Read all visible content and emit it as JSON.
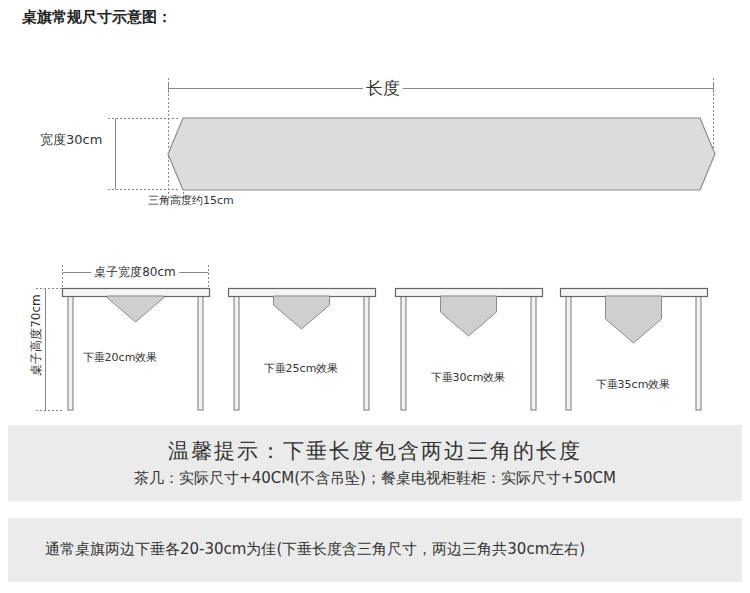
{
  "diagram": {
    "title": "桌旗常规尺寸示意图：",
    "nodes": [
      {
        "text": [
          "温馨提示：下垂长度包含两边三角的长度",
          "茶几：实际尺寸+40CM(不含吊坠)；餐桌电视柜鞋柜：实际尺寸+50CM"
        ]
      },
      {
        "text": [
          "通常桌旗两边下垂各20-30cm为佳(下垂长度含三角尺寸，两边三角共30cm左右)"
        ]
      }
    ],
    "labels": [
      "长度",
      "宽度30cm",
      "三角高度约15cm",
      "桌子宽度80cm",
      "桌子高度70cm",
      "下垂20cm效果",
      "下垂25cm效果",
      "下垂30cm效果",
      "下垂35cm效果"
    ]
  }
}
